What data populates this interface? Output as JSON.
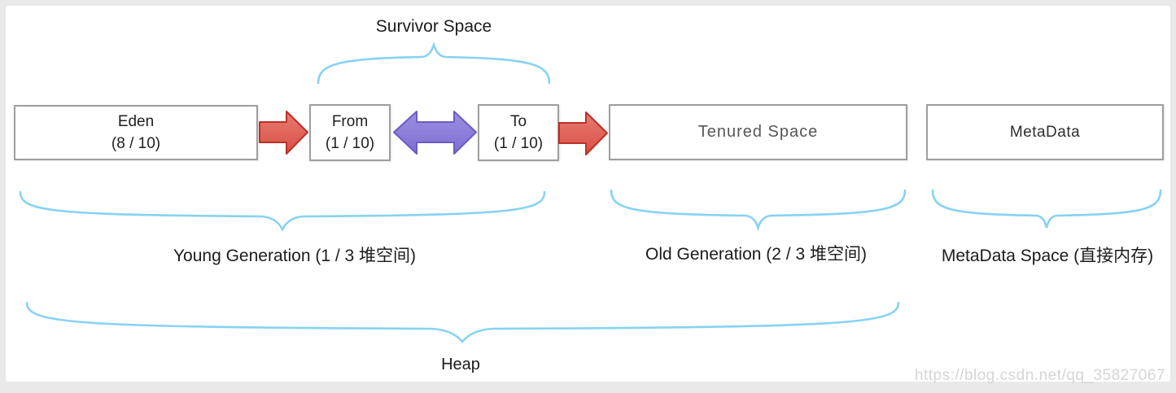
{
  "diagram": {
    "survivor_label": "Survivor Space",
    "boxes": {
      "eden": {
        "title": "Eden",
        "ratio": "(8 / 10)"
      },
      "from": {
        "title": "From",
        "ratio": "(1 / 10)"
      },
      "to": {
        "title": "To",
        "ratio": "(1 / 10)"
      },
      "tenured": {
        "title": "Tenured Space"
      },
      "metadata": {
        "title": "MetaData"
      }
    },
    "arrows": [
      {
        "name": "eden-to-from",
        "type": "red-arrow"
      },
      {
        "name": "from-to-to",
        "type": "purple-double-arrow"
      },
      {
        "name": "to-to-tenured",
        "type": "red-arrow"
      }
    ],
    "group_labels": {
      "young": "Young Generation (1 / 3 堆空间)",
      "old": "Old Generation (2 / 3 堆空间)",
      "metadata_space": "MetaData Space (直接内存)",
      "heap": "Heap"
    },
    "colors": {
      "brace_blue": "#87D2F3",
      "red_arrow_fill": "#E0655C",
      "red_arrow_border": "#BB3127",
      "purple_arrow_fill": "#8C7FD8",
      "purple_arrow_border": "#6C5BC4",
      "box_border": "#9E9E9E",
      "frame_gray": "#E9E9E9"
    },
    "watermark": "https://blog.csdn.net/qq_35827067"
  }
}
